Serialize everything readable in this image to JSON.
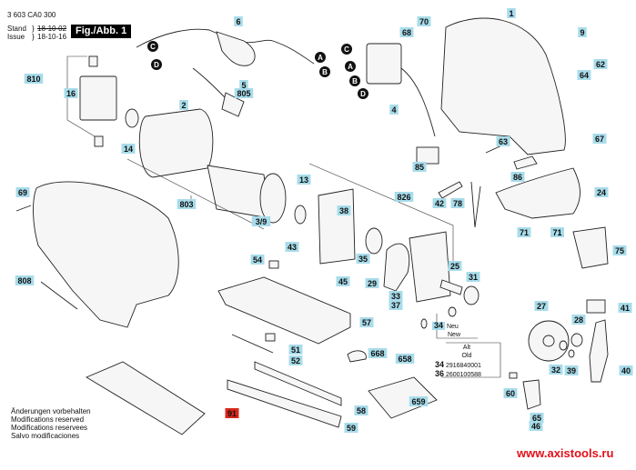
{
  "header": {
    "doc_number": "3 603 CA0 300",
    "stand_label": "Stand",
    "issue_label": "Issue",
    "stand_date": "18-10-02",
    "issue_date": "18-10-16",
    "figure_label": "Fig./Abb. 1"
  },
  "disclaimer": [
    "Änderungen vorbehalten",
    "Modifications reserved",
    "Modifications reservees",
    "Salvo modificaciones"
  ],
  "website": "www.axistools.ru",
  "colors": {
    "callout_bg": "#a8dcea",
    "callout_highlight_bg": "#d9261c",
    "website_text": "#e3101a",
    "line": "#222222"
  },
  "old_new_note": {
    "new_de": "Neu",
    "new_en": "New",
    "old_de": "Alt",
    "old_en": "Old",
    "old_parts": [
      {
        "ref": "34",
        "number": "2916840001"
      },
      {
        "ref": "36",
        "number": "2600100588"
      }
    ]
  },
  "connectors": [
    "A",
    "B",
    "C",
    "D"
  ],
  "callouts": [
    {
      "id": "6"
    },
    {
      "id": "70"
    },
    {
      "id": "68"
    },
    {
      "id": "1"
    },
    {
      "id": "9"
    },
    {
      "id": "810"
    },
    {
      "id": "16"
    },
    {
      "id": "5"
    },
    {
      "id": "805"
    },
    {
      "id": "2"
    },
    {
      "id": "4"
    },
    {
      "id": "62"
    },
    {
      "id": "64"
    },
    {
      "id": "67"
    },
    {
      "id": "14"
    },
    {
      "id": "63"
    },
    {
      "id": "85"
    },
    {
      "id": "86"
    },
    {
      "id": "13"
    },
    {
      "id": "69"
    },
    {
      "id": "826"
    },
    {
      "id": "42"
    },
    {
      "id": "78"
    },
    {
      "id": "24"
    },
    {
      "id": "803"
    },
    {
      "id": "38"
    },
    {
      "id": "3/9"
    },
    {
      "id": "71"
    },
    {
      "id": "43"
    },
    {
      "id": "75"
    },
    {
      "id": "25"
    },
    {
      "id": "54"
    },
    {
      "id": "35"
    },
    {
      "id": "29"
    },
    {
      "id": "31"
    },
    {
      "id": "808"
    },
    {
      "id": "45"
    },
    {
      "id": "33"
    },
    {
      "id": "37"
    },
    {
      "id": "27"
    },
    {
      "id": "41"
    },
    {
      "id": "57"
    },
    {
      "id": "28"
    },
    {
      "id": "34"
    },
    {
      "id": "51"
    },
    {
      "id": "52"
    },
    {
      "id": "668"
    },
    {
      "id": "32"
    },
    {
      "id": "39"
    },
    {
      "id": "40"
    },
    {
      "id": "658"
    },
    {
      "id": "60"
    },
    {
      "id": "91",
      "highlight": true
    },
    {
      "id": "58"
    },
    {
      "id": "659"
    },
    {
      "id": "65"
    },
    {
      "id": "46"
    },
    {
      "id": "59"
    }
  ]
}
